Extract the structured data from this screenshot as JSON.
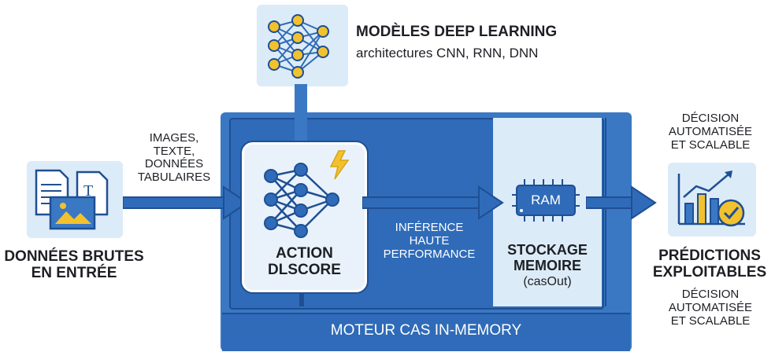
{
  "models": {
    "title": "MODÈLES DEEP LEARNING",
    "subtitle": "architectures CNN, RNN, DNN"
  },
  "input": {
    "types_line1": "IMAGES,",
    "types_line2": "TEXTE,",
    "types_line3": "DONNÉES",
    "types_line4": "TABULAIRES",
    "label_line1": "DONNÉES BRUTES",
    "label_line2": "EN ENTRÉE"
  },
  "action": {
    "label_line1": "ACTION",
    "label_line2": "DLSCORE"
  },
  "inference": {
    "line1": "INFÉRENCE",
    "line2": "HAUTE",
    "line3": "PERFORMANCE"
  },
  "storage": {
    "chip_label": "RAM",
    "line1": "STOCKAGE",
    "line2": "MEMOIRE",
    "line3": "(casOut)"
  },
  "engine": {
    "label": "MOTEUR CAS IN-MEMORY"
  },
  "output": {
    "top_line1": "DÉCISION",
    "top_line2": "AUTOMATISÉE",
    "top_line3": "ET SCALABLE",
    "label_line1": "PRÉDICTIONS",
    "label_line2": "EXPLOITABLES",
    "bottom_line1": "DÉCISION",
    "bottom_line2": "AUTOMATISÉE",
    "bottom_line3": "ET SCALABLE"
  },
  "colors": {
    "primary": "#2f6bb8",
    "dark": "#1f4f93",
    "light": "#dcebf8",
    "accent": "#f2c12e"
  }
}
